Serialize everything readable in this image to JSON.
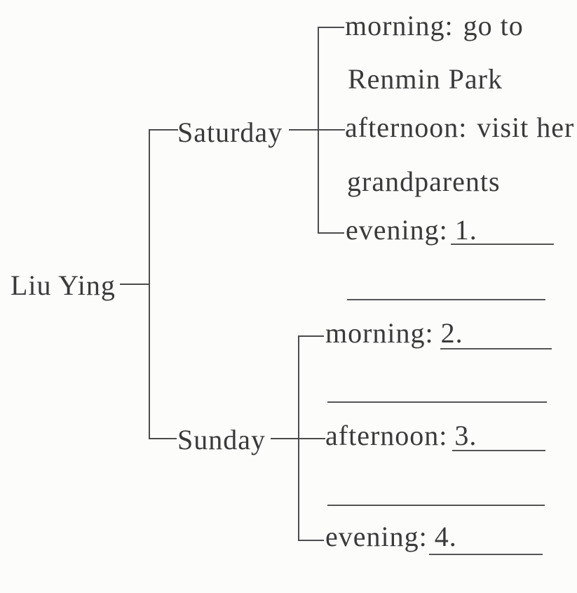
{
  "diagram": {
    "root": {
      "label": "Liu Ying"
    },
    "saturday": {
      "label": "Saturday",
      "morning": {
        "label": "morning:",
        "value_line1": "go to",
        "value_line2": "Renmin Park"
      },
      "afternoon": {
        "label": "afternoon:",
        "value_line1": "visit her",
        "value_line2": "grandparents"
      },
      "evening": {
        "label": "evening:",
        "blank_number": "1."
      }
    },
    "sunday": {
      "label": "Sunday",
      "morning": {
        "label": "morning:",
        "blank_number": "2."
      },
      "afternoon": {
        "label": "afternoon:",
        "blank_number": "3."
      },
      "evening": {
        "label": "evening:",
        "blank_number": "4."
      }
    },
    "colors": {
      "ink": "#3a3a3a",
      "connector_line": "#4c4c4c",
      "background": "#fcfcfb"
    }
  }
}
